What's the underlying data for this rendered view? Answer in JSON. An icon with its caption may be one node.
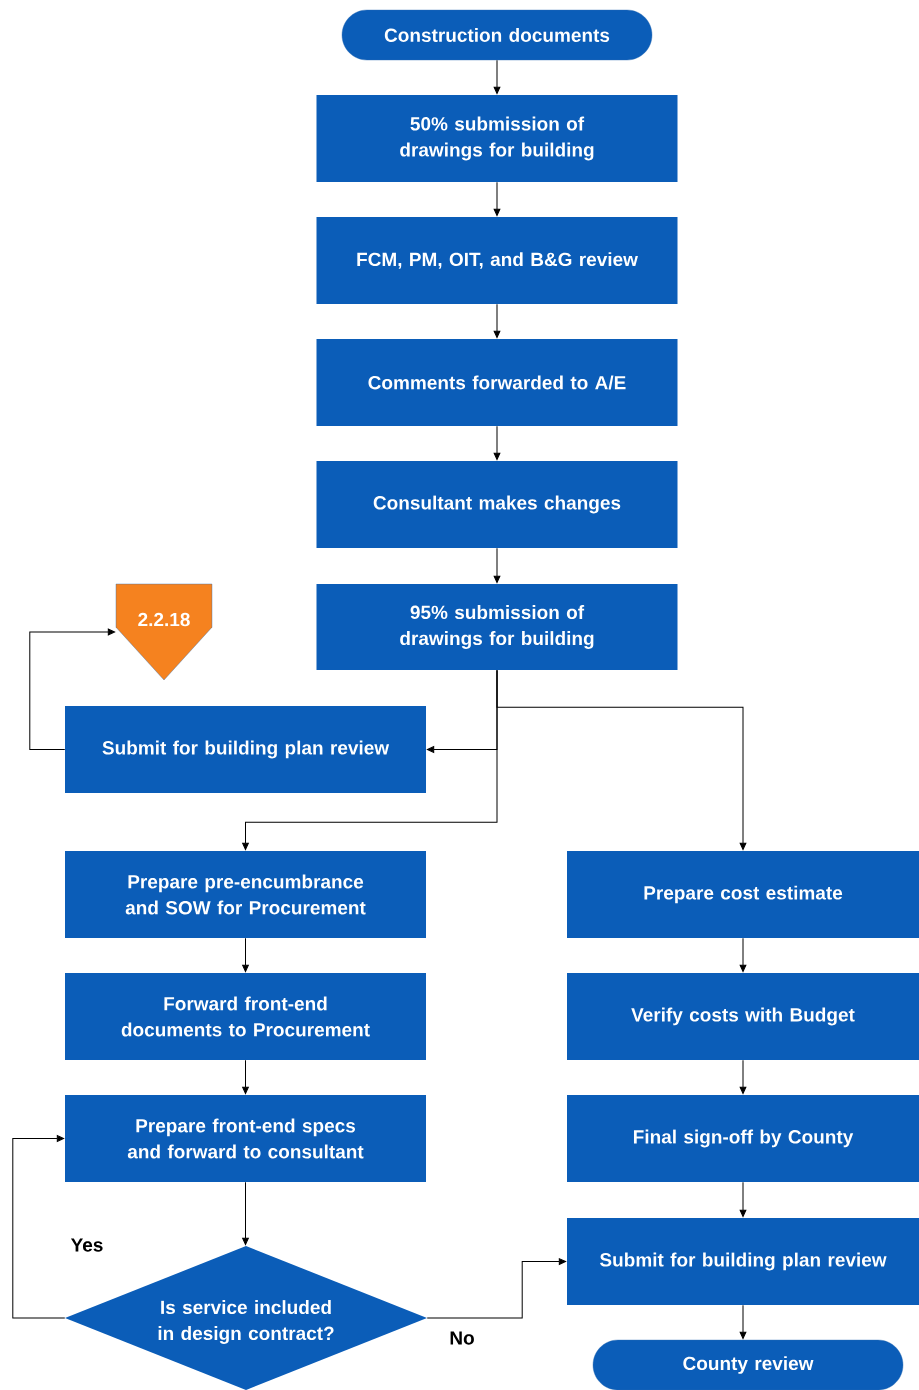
{
  "diagram": {
    "nodes": [
      {
        "text": [
          "Construction documents"
        ]
      },
      {
        "text": [
          "50% submission of drawings for building"
        ]
      },
      {
        "text": [
          "FCM, PM, OIT, and B&G review"
        ]
      },
      {
        "text": [
          "Comments forwarded to A/E"
        ]
      },
      {
        "text": [
          "Consultant makes changes"
        ]
      },
      {
        "text": [
          "95% submission of drawings for building"
        ]
      },
      {
        "text": [
          "2.2.18"
        ]
      },
      {
        "text": [
          "Submit for building plan review"
        ]
      },
      {
        "text": [
          "Prepare pre-encumbrance and SOW for Procurement"
        ]
      },
      {
        "text": [
          "Forward front-end documents to Procurement"
        ]
      },
      {
        "text": [
          "Prepare front-end specs and forward to consultant"
        ]
      },
      {
        "text": [
          "Is service included in design contract?"
        ]
      },
      {
        "text": [
          "Prepare cost estimate"
        ]
      },
      {
        "text": [
          "Verify costs with Budget"
        ]
      },
      {
        "text": [
          "Final sign-off by County"
        ]
      },
      {
        "text": [
          "Submit for building plan review"
        ]
      },
      {
        "text": [
          "County review"
        ]
      }
    ],
    "edges": [
      {
        "from": 0,
        "to": 1,
        "arrow": "to"
      },
      {
        "from": 1,
        "to": 2,
        "arrow": "to"
      },
      {
        "from": 2,
        "to": 3,
        "arrow": "to"
      },
      {
        "from": 3,
        "to": 4,
        "arrow": "to"
      },
      {
        "from": 4,
        "to": 5,
        "arrow": "to"
      },
      {
        "from": 5,
        "to": 7,
        "arrow": "to"
      },
      {
        "from": 5,
        "to": 8,
        "arrow": "to"
      },
      {
        "from": 5,
        "to": 12,
        "arrow": "to"
      },
      {
        "from": 7,
        "to": 6,
        "arrow": "to"
      },
      {
        "from": 8,
        "to": 9,
        "arrow": "to"
      },
      {
        "from": 9,
        "to": 10,
        "arrow": "to"
      },
      {
        "from": 10,
        "to": 11,
        "arrow": "to"
      },
      {
        "from": 11,
        "to": 10,
        "arrow": "to",
        "label": "Yes"
      },
      {
        "from": 11,
        "to": 15,
        "arrow": "to",
        "label": "No"
      },
      {
        "from": 12,
        "to": 13,
        "arrow": "to"
      },
      {
        "from": 13,
        "to": 14,
        "arrow": "to"
      },
      {
        "from": 14,
        "to": 15,
        "arrow": "to"
      },
      {
        "from": 15,
        "to": 16,
        "arrow": "to"
      }
    ]
  }
}
